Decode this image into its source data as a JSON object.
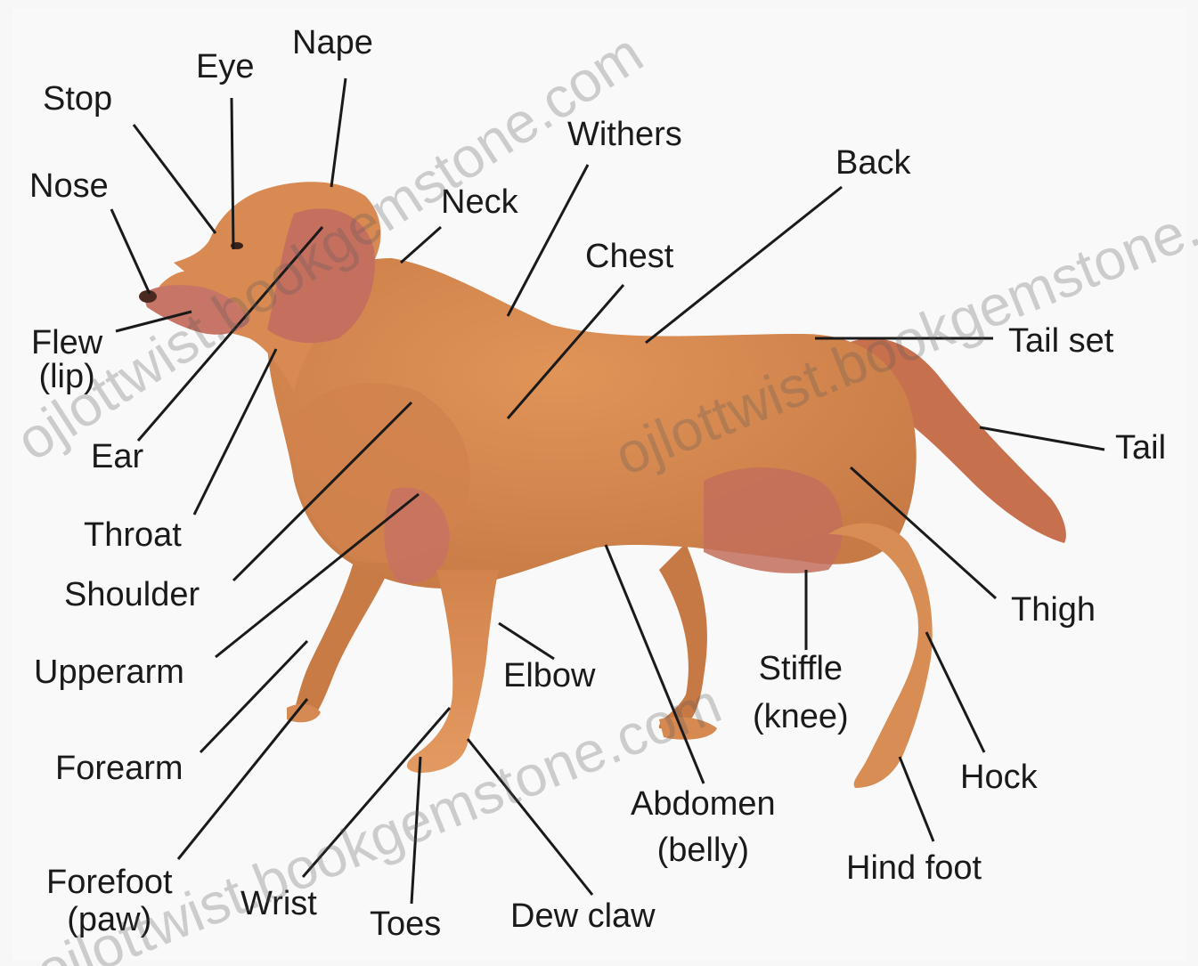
{
  "labels": {
    "stop": "Stop",
    "eye": "Eye",
    "nape": "Nape",
    "nose": "Nose",
    "neck": "Neck",
    "withers": "Withers",
    "back": "Back",
    "chest": "Chest",
    "flew_line1": "Flew",
    "flew_line2": "(lip)",
    "ear": "Ear",
    "throat": "Throat",
    "shoulder": "Shoulder",
    "upperarm": "Upperarm",
    "forearm": "Forearm",
    "forefoot_line1": "Forefoot",
    "forefoot_line2": "(paw)",
    "wrist": "Wrist",
    "toes": "Toes",
    "dew_claw": "Dew claw",
    "elbow": "Elbow",
    "abdomen_line1": "Abdomen",
    "abdomen_line2": "(belly)",
    "stiffle_line1": "Stiffle",
    "stiffle_line2": "(knee)",
    "hind_foot": "Hind foot",
    "hock": "Hock",
    "thigh": "Thigh",
    "tail": "Tail",
    "tail_set": "Tail set"
  },
  "watermark": {
    "text_1": "ojlottwist.bookgemstone.com",
    "text_2": "ojlottwist.bookgemstone.com",
    "text_3": "ojlottwist.bookgemstone.com"
  },
  "colors": {
    "dog_body": "#d9894f",
    "dog_shade": "#c0703f",
    "dog_pink": "#c9776a",
    "line": "#1a1a1a",
    "text": "#1a1a1a"
  }
}
